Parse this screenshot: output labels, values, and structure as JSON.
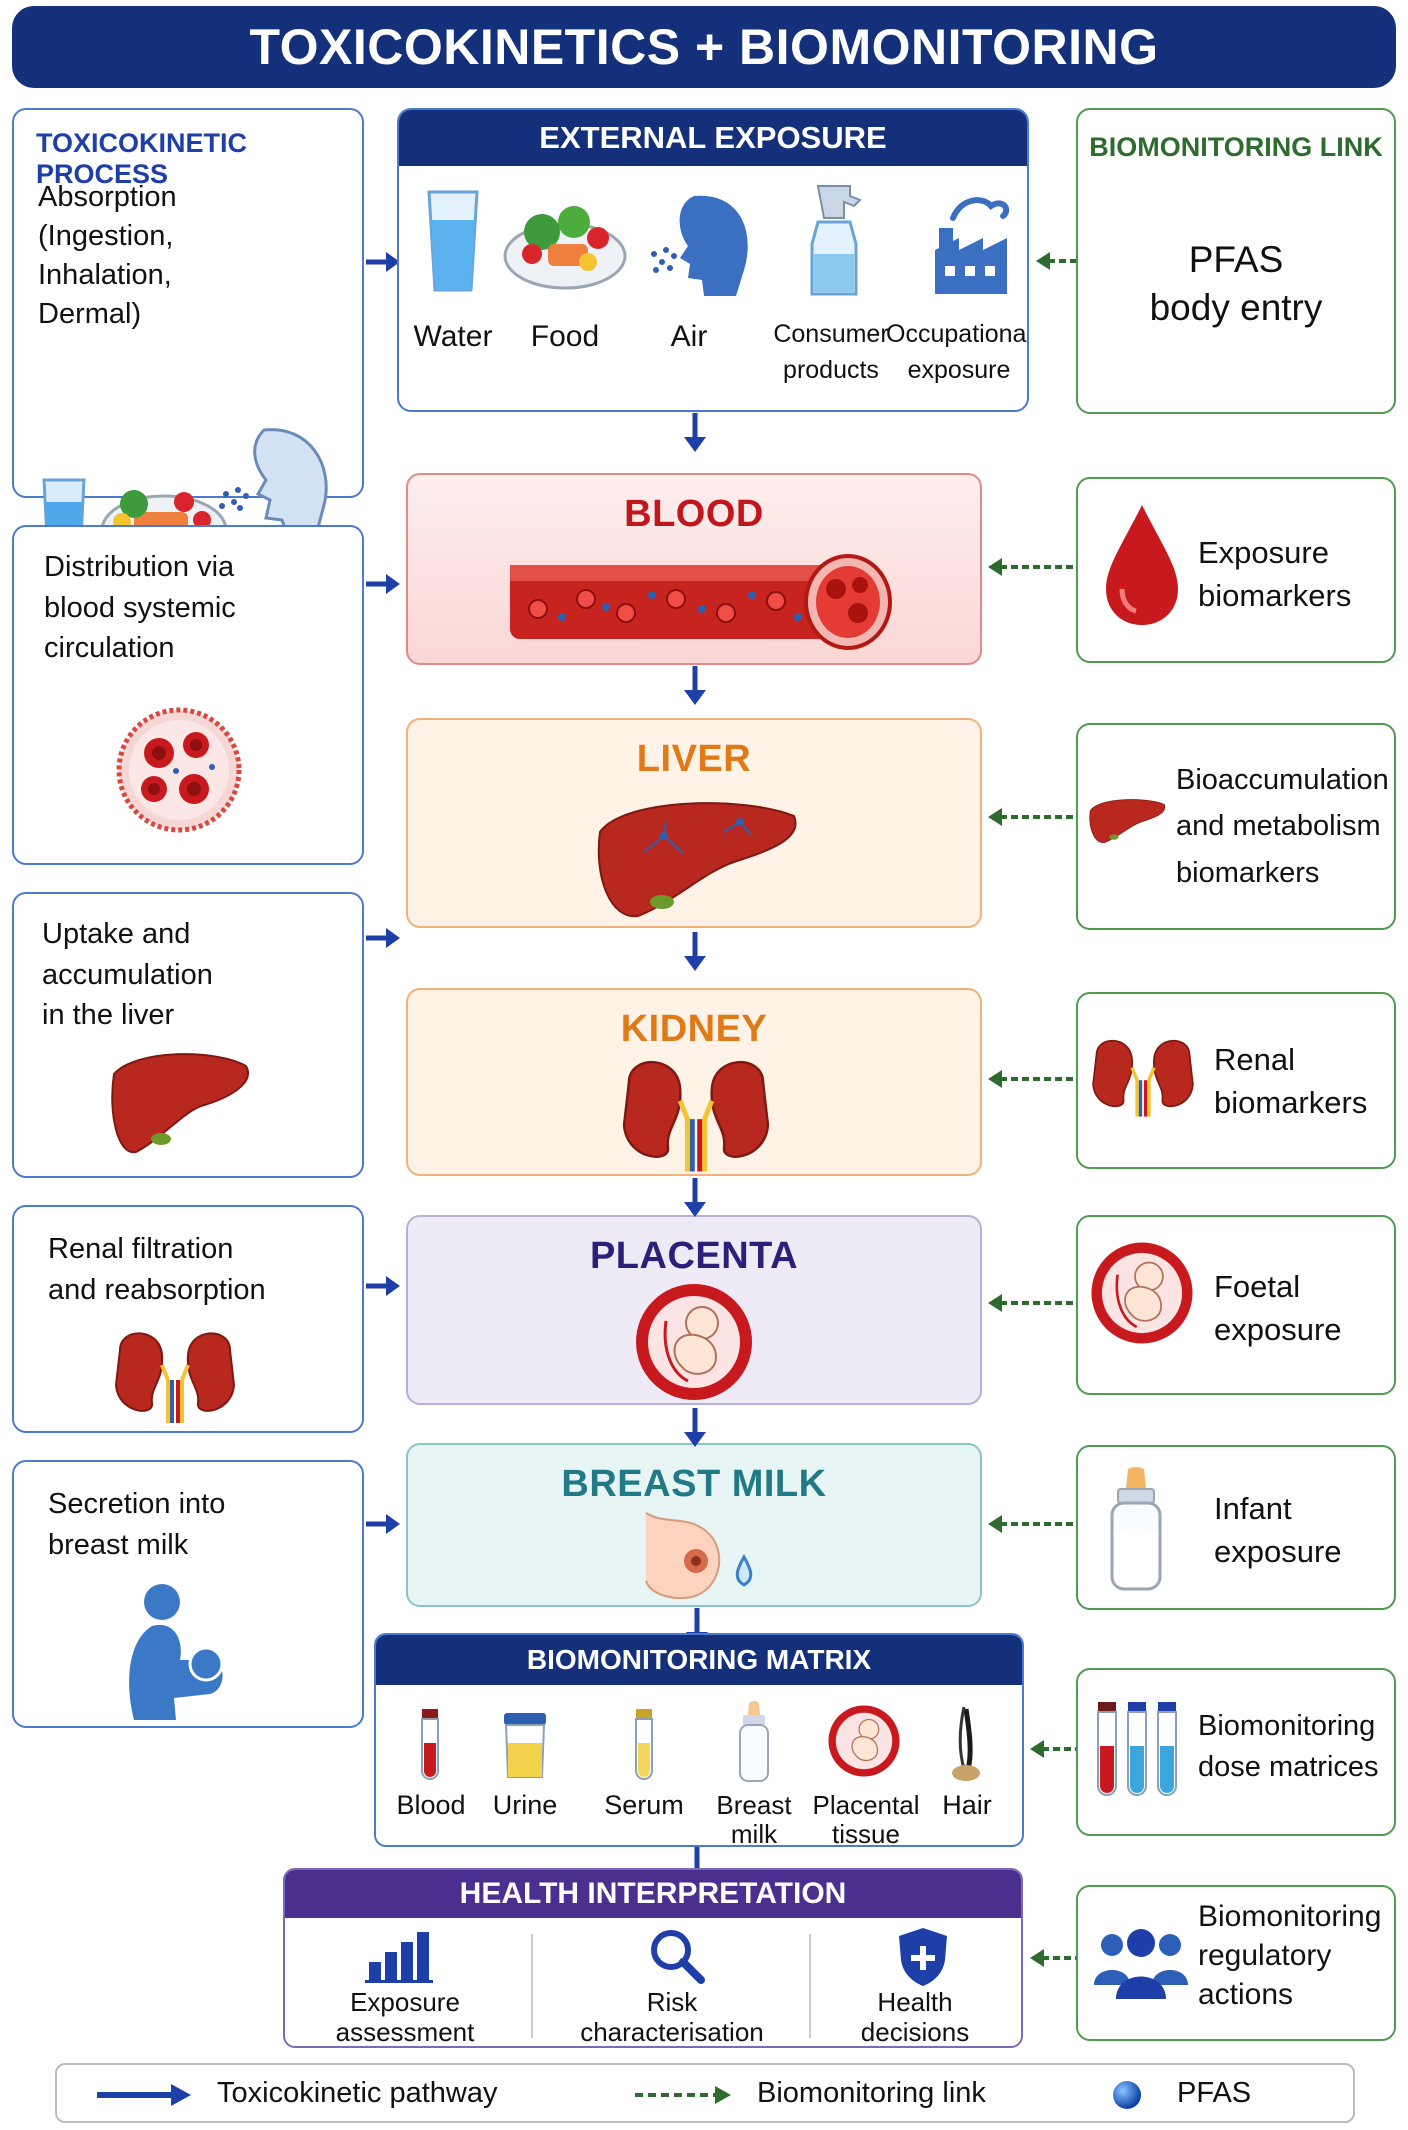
{
  "title": "TOXICOKINETICS + BIOMONITORING",
  "process_header": "TOXICOKINETIC PROCESS",
  "link_header": "BIOMONITORING LINK",
  "process_steps": [
    {
      "text": "Absorption\n(Ingestion,\nInhalation,\nDermal)"
    },
    {
      "text": "Distribution via\nblood systemic\ncirculation"
    },
    {
      "text": "Uptake and\naccumulation\nin the liver"
    },
    {
      "text": "Renal filtration\nand reabsorption"
    },
    {
      "text": "Secretion into\nbreast milk"
    }
  ],
  "external_exposure": {
    "title": "EXTERNAL EXPOSURE",
    "items": [
      {
        "label": "Water",
        "icon": "water-glass-icon"
      },
      {
        "label": "Food",
        "icon": "food-plate-icon"
      },
      {
        "label": "Air",
        "icon": "breathing-head-icon"
      },
      {
        "label": "Consumer\nproducts",
        "icon": "spray-bottle-icon"
      },
      {
        "label": "Occupational\nexposure",
        "icon": "factory-icon"
      }
    ]
  },
  "stages": [
    {
      "title": "BLOOD",
      "icon": "blood-vessel-icon",
      "color": "#c0161c",
      "bg": "#fbe4e3",
      "border": "#e08a8a"
    },
    {
      "title": "LIVER",
      "icon": "liver-icon",
      "color": "#e07a18",
      "bg": "#fff3e8",
      "border": "#f0b27a"
    },
    {
      "title": "KIDNEY",
      "icon": "kidney-icon",
      "color": "#e07a18",
      "bg": "#fff3e8",
      "border": "#f0b27a"
    },
    {
      "title": "PLACENTA",
      "icon": "fetus-icon",
      "color": "#2b1f7a",
      "bg": "#eeeaf6",
      "border": "#b8b0d8"
    },
    {
      "title": "BREAST MILK",
      "icon": "breast-icon",
      "color": "#227a86",
      "bg": "#e8f5f5",
      "border": "#8cc4c8"
    }
  ],
  "links": [
    {
      "text": "PFAS\nbody entry"
    },
    {
      "text": "Exposure\nbiomarkers",
      "icon": "blood-drop-icon"
    },
    {
      "text": "Bioaccumulation\nand metabolism\nbiomarkers",
      "icon": "liver-icon"
    },
    {
      "text": "Renal\nbiomarkers",
      "icon": "kidney-icon"
    },
    {
      "text": "Foetal\nexposure",
      "icon": "fetus-icon"
    },
    {
      "text": "Infant\nexposure",
      "icon": "baby-bottle-icon"
    },
    {
      "text": "Biomonitoring\ndose matrices",
      "icon": "test-tubes-icon"
    },
    {
      "text": "Biomonitoring\nregulatory\nactions",
      "icon": "people-group-icon"
    }
  ],
  "biomonitoring_matrix": {
    "title": "BIOMONITORING MATRIX",
    "items": [
      {
        "label": "Blood",
        "icon": "blood-tube-icon"
      },
      {
        "label": "Urine",
        "icon": "urine-cup-icon"
      },
      {
        "label": "Serum",
        "icon": "serum-tube-icon"
      },
      {
        "label": "Breast\nmilk",
        "icon": "milk-bottle-icon"
      },
      {
        "label": "Placental\ntissue",
        "icon": "placenta-icon"
      },
      {
        "label": "Hair",
        "icon": "hair-icon"
      }
    ]
  },
  "health_interpretation": {
    "title": "HEALTH INTERPRETATION",
    "items": [
      {
        "label": "Exposure\nassessment",
        "icon": "bar-chart-icon"
      },
      {
        "label": "Risk\ncharacterisation",
        "icon": "magnifier-icon"
      },
      {
        "label": "Health\ndecisions",
        "icon": "shield-plus-icon"
      }
    ]
  },
  "legend": {
    "pathway": "Toxicokinetic pathway",
    "link": "Biomonitoring link",
    "pfas": "PFAS"
  },
  "colors": {
    "navy": "#14307a",
    "link_green": "#2e6b2e",
    "process_blue": "#1f3fa8",
    "purple_header": "#4a2f8f"
  }
}
